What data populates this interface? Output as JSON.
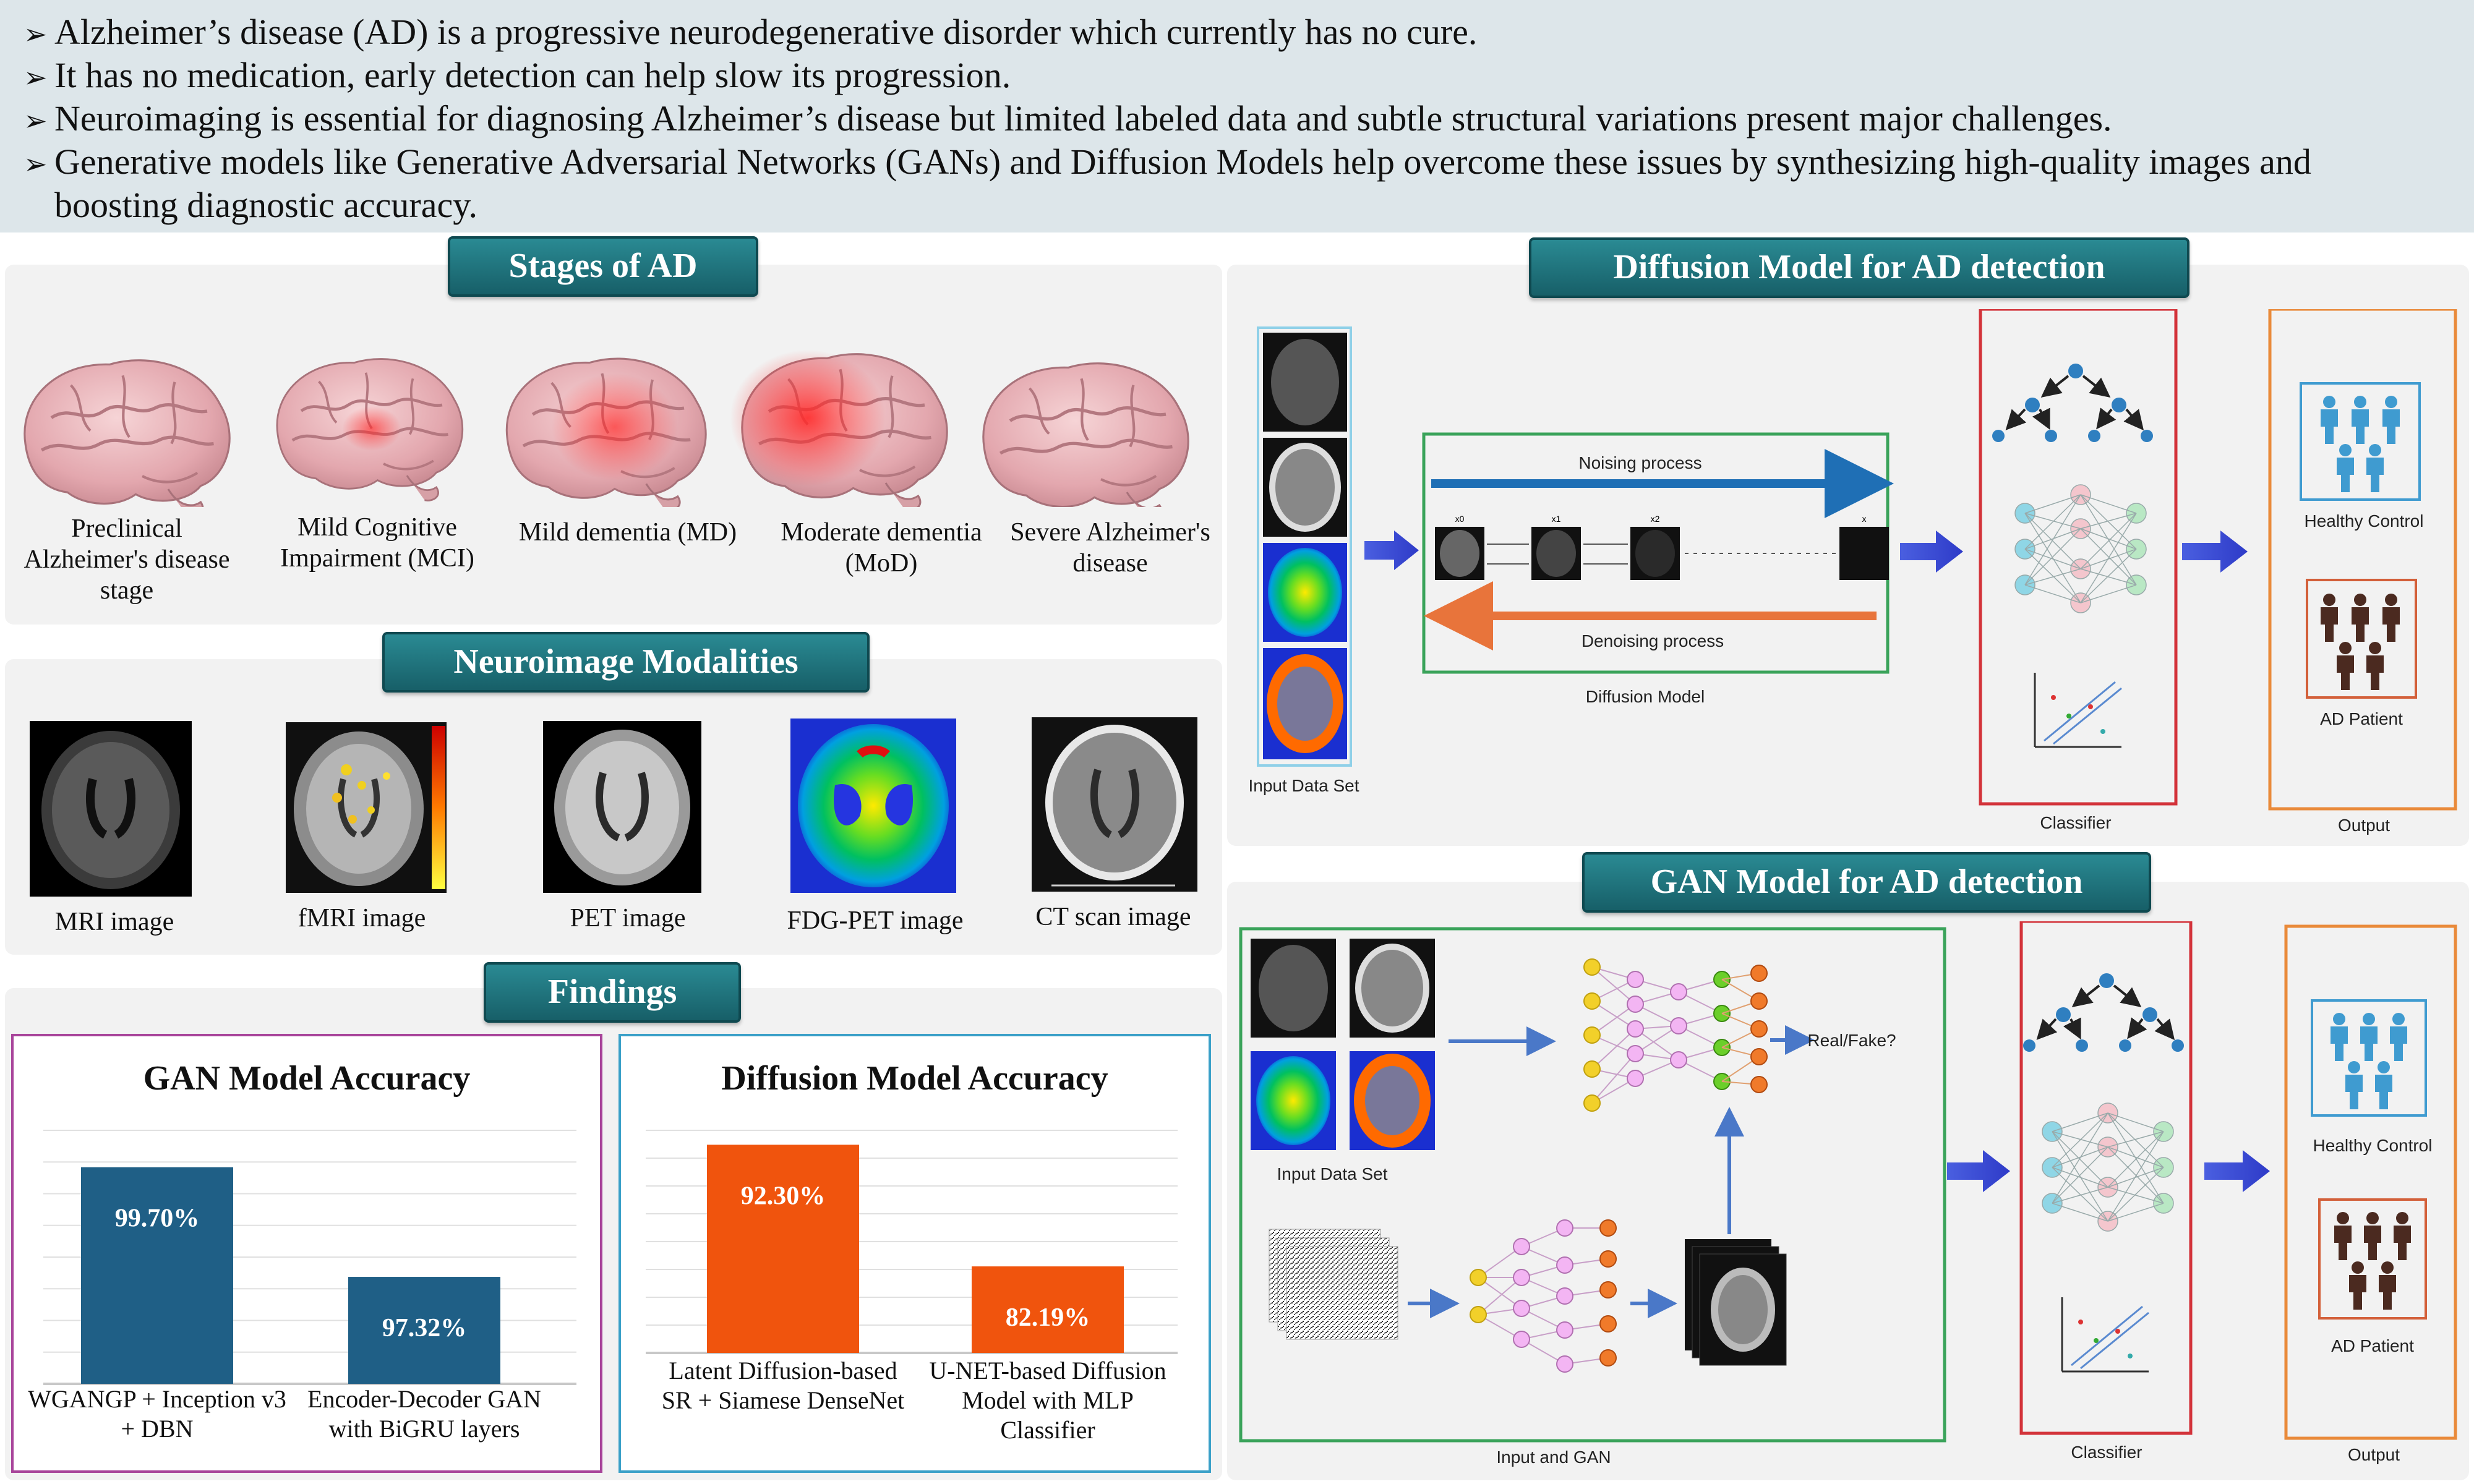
{
  "bullets": [
    "Alzheimer’s disease (AD) is a progressive neurodegenerative disorder which currently has no cure.",
    "It has no medication, early detection can help slow its progression.",
    "Neuroimaging is essential for diagnosing Alzheimer’s disease but limited labeled data and subtle structural variations present major challenges.",
    "Generative models like Generative Adversarial Networks (GANs) and Diffusion Models help overcome these issues by synthesizing high-quality images and",
    "boosting diagnostic accuracy."
  ],
  "stages": {
    "title": "Stages of AD",
    "items": [
      {
        "label": "Preclinical Alzheimer's disease stage",
        "highlight": 0
      },
      {
        "label": "Mild Cognitive Impairment (MCI)",
        "highlight": 0.35
      },
      {
        "label": "Mild dementia (MD)",
        "highlight": 0.6
      },
      {
        "label": "Moderate dementia (MoD)",
        "highlight": 0.9
      },
      {
        "label": "Severe Alzheimer's disease",
        "highlight": 0
      }
    ]
  },
  "modalities": {
    "title": "Neuroimage Modalities",
    "items": [
      "MRI image",
      "fMRI image",
      "PET image",
      "FDG-PET image",
      "CT scan image"
    ]
  },
  "findings": {
    "title": "Findings"
  },
  "chart_data": [
    {
      "type": "bar",
      "title": "GAN Model Accuracy",
      "categories": [
        "WGANGP + Inception v3 + DBN",
        "Encoder-Decoder GAN with BiGRU layers"
      ],
      "values": [
        99.7,
        97.32
      ],
      "labels": [
        "99.70%",
        "97.32%"
      ],
      "ylim": [
        95,
        100.5
      ],
      "color": "#1f5f86",
      "grid": true
    },
    {
      "type": "bar",
      "title": "Diffusion Model Accuracy",
      "categories": [
        "Latent Diffusion-based SR + Siamese DenseNet",
        "U-NET-based Diffusion Model with MLP Classifier"
      ],
      "values": [
        92.3,
        82.19
      ],
      "labels": [
        "92.30%",
        "82.19%"
      ],
      "ylim": [
        75,
        93.5
      ],
      "color": "#f0540d",
      "grid": true
    }
  ],
  "diffusion": {
    "title": "Diffusion Model for AD detection",
    "input_label": "Input Data Set",
    "noising": "Noising process",
    "denoising": "Denoising process",
    "model_label": "Diffusion Model",
    "steps": [
      "x0",
      "x1",
      "x2",
      "x"
    ],
    "classifier_label": "Classifier",
    "output_label": "Output",
    "healthy": "Healthy Control",
    "ad": "AD Patient"
  },
  "gan": {
    "title": "GAN Model for AD detection",
    "input_label": "Input Data Set",
    "realfake": "Real/Fake?",
    "input_gan_label": "Input and GAN",
    "classifier_label": "Classifier",
    "output_label": "Output",
    "healthy": "Healthy Control",
    "ad": "AD Patient"
  },
  "colors": {
    "banner": "#1f7a83",
    "gan_bar": "#1f5f86",
    "diff_bar": "#f0540d",
    "arrow_blue": "#3d4fd6",
    "green_box": "#3aa35a",
    "red_box": "#d3333a",
    "orange_box": "#e98a3a",
    "people_blue": "#3f9bd0",
    "people_dark": "#4b2a20"
  }
}
